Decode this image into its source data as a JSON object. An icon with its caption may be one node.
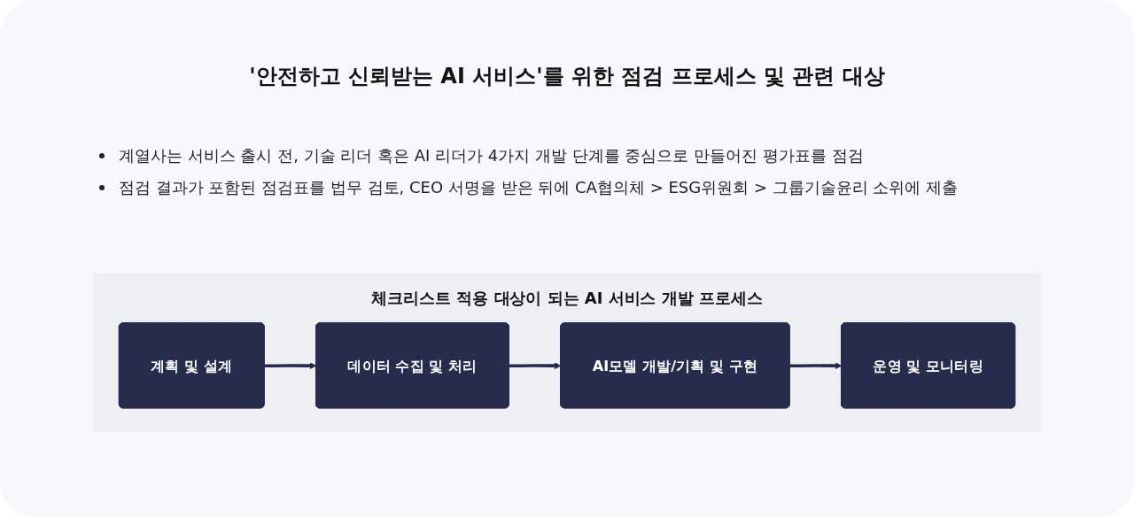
{
  "diagram": {
    "title": "'안전하고 신뢰받는 AI 서비스'를 위한 점검 프로세스 및 관련 대상",
    "nodes": [
      {
        "text": [
          "체크리스트 적용 대상이 되는 AI 서비스 개발 프로세스"
        ]
      },
      {
        "text": [
          "계획 및 설계"
        ],
        "in": 0
      },
      {
        "text": [
          "데이터 수집 및 처리"
        ],
        "in": 0
      },
      {
        "text": [
          "AI모델 개발/기획 및 구현"
        ],
        "in": 0
      },
      {
        "text": [
          "운영 및 모니터링"
        ],
        "in": 0
      }
    ],
    "edges": [
      {
        "from": 1,
        "to": 2,
        "arrow": "to"
      },
      {
        "from": 2,
        "to": 3,
        "arrow": "to"
      },
      {
        "from": 3,
        "to": 4,
        "arrow": "to"
      }
    ],
    "labels": [
      "계열사는 서비스 출시 전, 기술 리더 혹은 AI 리더가 4가지 개발 단계를 중심으로 만들어진 평가표를 점검",
      "점검 결과가 포함된 점검표를 법무 검토, CEO 서명을 받은 뒤에 CA협의체 > ESG위원회 > 그룹기술윤리 소위에 제출"
    ]
  }
}
